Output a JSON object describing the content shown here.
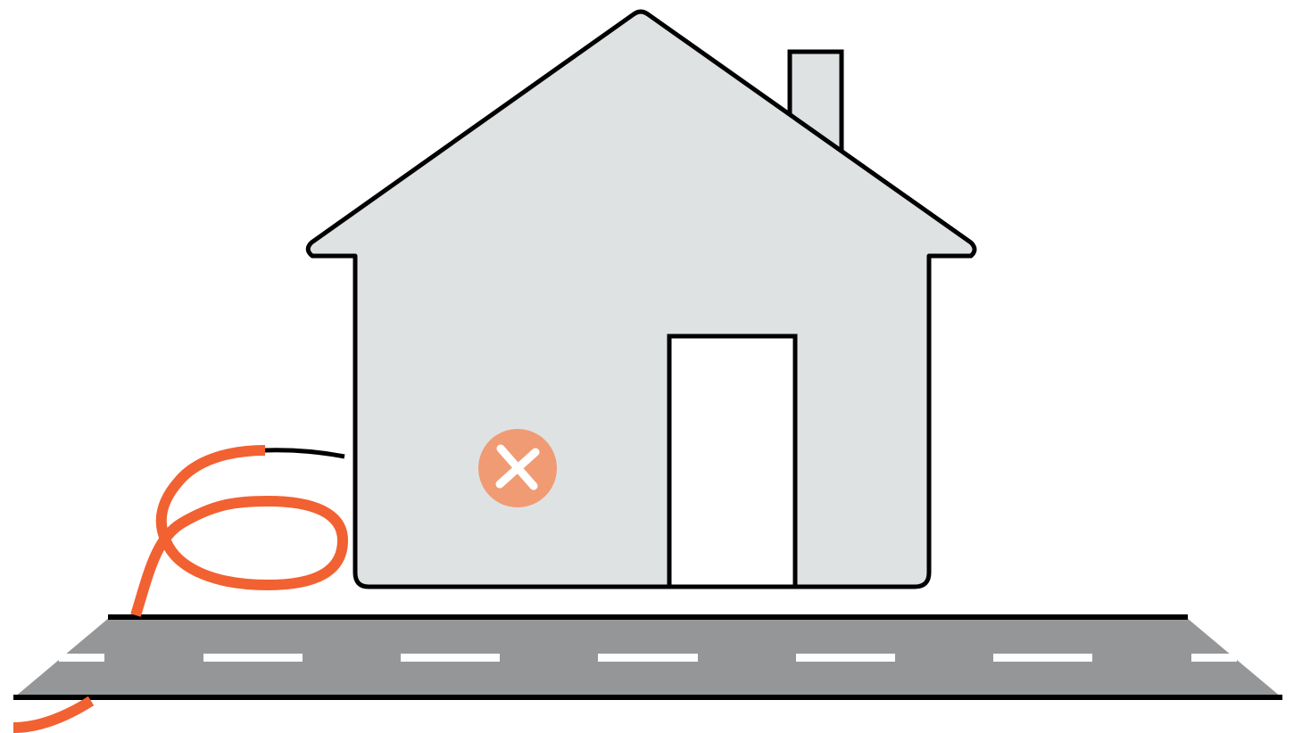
{
  "colors": {
    "background": "#ffffff",
    "outline": "#000000",
    "house_fill": "#dfe2e3",
    "door_fill": "#ffffff",
    "road_fill": "#959697",
    "road_marking": "#ffffff",
    "cable": "#f26131",
    "marker_fill": "#f09b73",
    "marker_glyph": "#ffffff"
  },
  "icons": {
    "status_marker": "close-icon"
  },
  "scene": {
    "objects": [
      "house",
      "chimney",
      "door",
      "road",
      "cable",
      "status-marker"
    ]
  }
}
